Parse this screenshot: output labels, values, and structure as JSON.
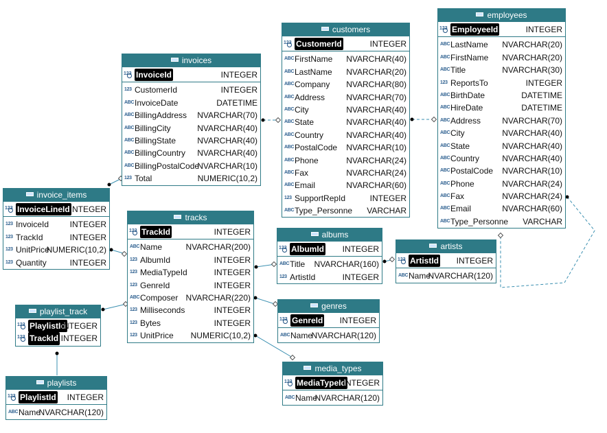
{
  "tables": {
    "invoices": {
      "title": "invoices",
      "pk": [
        {
          "name": "InvoiceId",
          "type": "INTEGER",
          "icon": "123"
        }
      ],
      "columns": [
        {
          "name": "CustomerId",
          "type": "INTEGER",
          "icon": "123"
        },
        {
          "name": "InvoiceDate",
          "type": "DATETIME",
          "icon": "ABC"
        },
        {
          "name": "BillingAddress",
          "type": "NVARCHAR(70)",
          "icon": "ABC"
        },
        {
          "name": "BillingCity",
          "type": "NVARCHAR(40)",
          "icon": "ABC"
        },
        {
          "name": "BillingState",
          "type": "NVARCHAR(40)",
          "icon": "ABC"
        },
        {
          "name": "BillingCountry",
          "type": "NVARCHAR(40)",
          "icon": "ABC"
        },
        {
          "name": "BillingPostalCode",
          "type": "NVARCHAR(10)",
          "icon": "ABC"
        },
        {
          "name": "Total",
          "type": "NUMERIC(10,2)",
          "icon": "123"
        }
      ]
    },
    "customers": {
      "title": "customers",
      "pk": [
        {
          "name": "CustomerId",
          "type": "INTEGER",
          "icon": "123"
        }
      ],
      "columns": [
        {
          "name": "FirstName",
          "type": "NVARCHAR(40)",
          "icon": "ABC"
        },
        {
          "name": "LastName",
          "type": "NVARCHAR(20)",
          "icon": "ABC"
        },
        {
          "name": "Company",
          "type": "NVARCHAR(80)",
          "icon": "ABC"
        },
        {
          "name": "Address",
          "type": "NVARCHAR(70)",
          "icon": "ABC"
        },
        {
          "name": "City",
          "type": "NVARCHAR(40)",
          "icon": "ABC"
        },
        {
          "name": "State",
          "type": "NVARCHAR(40)",
          "icon": "ABC"
        },
        {
          "name": "Country",
          "type": "NVARCHAR(40)",
          "icon": "ABC"
        },
        {
          "name": "PostalCode",
          "type": "NVARCHAR(10)",
          "icon": "ABC"
        },
        {
          "name": "Phone",
          "type": "NVARCHAR(24)",
          "icon": "ABC"
        },
        {
          "name": "Fax",
          "type": "NVARCHAR(24)",
          "icon": "ABC"
        },
        {
          "name": "Email",
          "type": "NVARCHAR(60)",
          "icon": "ABC"
        },
        {
          "name": "SupportRepId",
          "type": "INTEGER",
          "icon": "123"
        },
        {
          "name": "Type_Personne",
          "type": "VARCHAR",
          "icon": "ABC"
        }
      ]
    },
    "employees": {
      "title": "employees",
      "pk": [
        {
          "name": "EmployeeId",
          "type": "INTEGER",
          "icon": "123"
        }
      ],
      "columns": [
        {
          "name": "LastName",
          "type": "NVARCHAR(20)",
          "icon": "ABC"
        },
        {
          "name": "FirstName",
          "type": "NVARCHAR(20)",
          "icon": "ABC"
        },
        {
          "name": "Title",
          "type": "NVARCHAR(30)",
          "icon": "ABC"
        },
        {
          "name": "ReportsTo",
          "type": "INTEGER",
          "icon": "123"
        },
        {
          "name": "BirthDate",
          "type": "DATETIME",
          "icon": "ABC"
        },
        {
          "name": "HireDate",
          "type": "DATETIME",
          "icon": "ABC"
        },
        {
          "name": "Address",
          "type": "NVARCHAR(70)",
          "icon": "ABC"
        },
        {
          "name": "City",
          "type": "NVARCHAR(40)",
          "icon": "ABC"
        },
        {
          "name": "State",
          "type": "NVARCHAR(40)",
          "icon": "ABC"
        },
        {
          "name": "Country",
          "type": "NVARCHAR(40)",
          "icon": "ABC"
        },
        {
          "name": "PostalCode",
          "type": "NVARCHAR(10)",
          "icon": "ABC"
        },
        {
          "name": "Phone",
          "type": "NVARCHAR(24)",
          "icon": "ABC"
        },
        {
          "name": "Fax",
          "type": "NVARCHAR(24)",
          "icon": "ABC"
        },
        {
          "name": "Email",
          "type": "NVARCHAR(60)",
          "icon": "ABC"
        },
        {
          "name": "Type_Personne",
          "type": "VARCHAR",
          "icon": "ABC"
        }
      ]
    },
    "invoice_items": {
      "title": "invoice_items",
      "pk": [
        {
          "name": "InvoiceLineId",
          "type": "INTEGER",
          "icon": "123"
        }
      ],
      "columns": [
        {
          "name": "InvoiceId",
          "type": "INTEGER",
          "icon": "123"
        },
        {
          "name": "TrackId",
          "type": "INTEGER",
          "icon": "123"
        },
        {
          "name": "UnitPrice",
          "type": "NUMERIC(10,2)",
          "icon": "123"
        },
        {
          "name": "Quantity",
          "type": "INTEGER",
          "icon": "123"
        }
      ]
    },
    "tracks": {
      "title": "tracks",
      "pk": [
        {
          "name": "TrackId",
          "type": "INTEGER",
          "icon": "123"
        }
      ],
      "columns": [
        {
          "name": "Name",
          "type": "NVARCHAR(200)",
          "icon": "ABC"
        },
        {
          "name": "AlbumId",
          "type": "INTEGER",
          "icon": "123"
        },
        {
          "name": "MediaTypeId",
          "type": "INTEGER",
          "icon": "123"
        },
        {
          "name": "GenreId",
          "type": "INTEGER",
          "icon": "123"
        },
        {
          "name": "Composer",
          "type": "NVARCHAR(220)",
          "icon": "ABC"
        },
        {
          "name": "Milliseconds",
          "type": "INTEGER",
          "icon": "123"
        },
        {
          "name": "Bytes",
          "type": "INTEGER",
          "icon": "123"
        },
        {
          "name": "UnitPrice",
          "type": "NUMERIC(10,2)",
          "icon": "123"
        }
      ]
    },
    "albums": {
      "title": "albums",
      "pk": [
        {
          "name": "AlbumId",
          "type": "INTEGER",
          "icon": "123"
        }
      ],
      "columns": [
        {
          "name": "Title",
          "type": "NVARCHAR(160)",
          "icon": "ABC"
        },
        {
          "name": "ArtistId",
          "type": "INTEGER",
          "icon": "123"
        }
      ]
    },
    "artists": {
      "title": "artists",
      "pk": [
        {
          "name": "ArtistId",
          "type": "INTEGER",
          "icon": "123"
        }
      ],
      "columns": [
        {
          "name": "Name",
          "type": "NVARCHAR(120)",
          "icon": "ABC"
        }
      ]
    },
    "genres": {
      "title": "genres",
      "pk": [
        {
          "name": "GenreId",
          "type": "INTEGER",
          "icon": "123"
        }
      ],
      "columns": [
        {
          "name": "Name",
          "type": "NVARCHAR(120)",
          "icon": "ABC"
        }
      ]
    },
    "media_types": {
      "title": "media_types",
      "pk": [
        {
          "name": "MediaTypeId",
          "type": "INTEGER",
          "icon": "123"
        }
      ],
      "columns": [
        {
          "name": "Name",
          "type": "NVARCHAR(120)",
          "icon": "ABC"
        }
      ]
    },
    "playlist_track": {
      "title": "playlist_track",
      "pk": [
        {
          "name": "PlaylistId",
          "type": "INTEGER",
          "icon": "123"
        },
        {
          "name": "TrackId",
          "type": "INTEGER",
          "icon": "123"
        }
      ],
      "columns": []
    },
    "playlists": {
      "title": "playlists",
      "pk": [
        {
          "name": "PlaylistId",
          "type": "INTEGER",
          "icon": "123"
        }
      ],
      "columns": [
        {
          "name": "Name",
          "type": "NVARCHAR(120)",
          "icon": "ABC"
        }
      ]
    }
  },
  "relationships": [
    {
      "from": "invoices",
      "to": "customers"
    },
    {
      "from": "customers",
      "to": "employees"
    },
    {
      "from": "employees",
      "to": "employees"
    },
    {
      "from": "invoice_items",
      "to": "invoices"
    },
    {
      "from": "invoice_items",
      "to": "tracks"
    },
    {
      "from": "tracks",
      "to": "albums"
    },
    {
      "from": "albums",
      "to": "artists"
    },
    {
      "from": "tracks",
      "to": "genres"
    },
    {
      "from": "tracks",
      "to": "media_types"
    },
    {
      "from": "playlist_track",
      "to": "tracks"
    },
    {
      "from": "playlist_track",
      "to": "playlists"
    }
  ],
  "colors": {
    "header": "#2e7a86",
    "link": "#3a8fb0",
    "icon": "#2c5f8f"
  }
}
